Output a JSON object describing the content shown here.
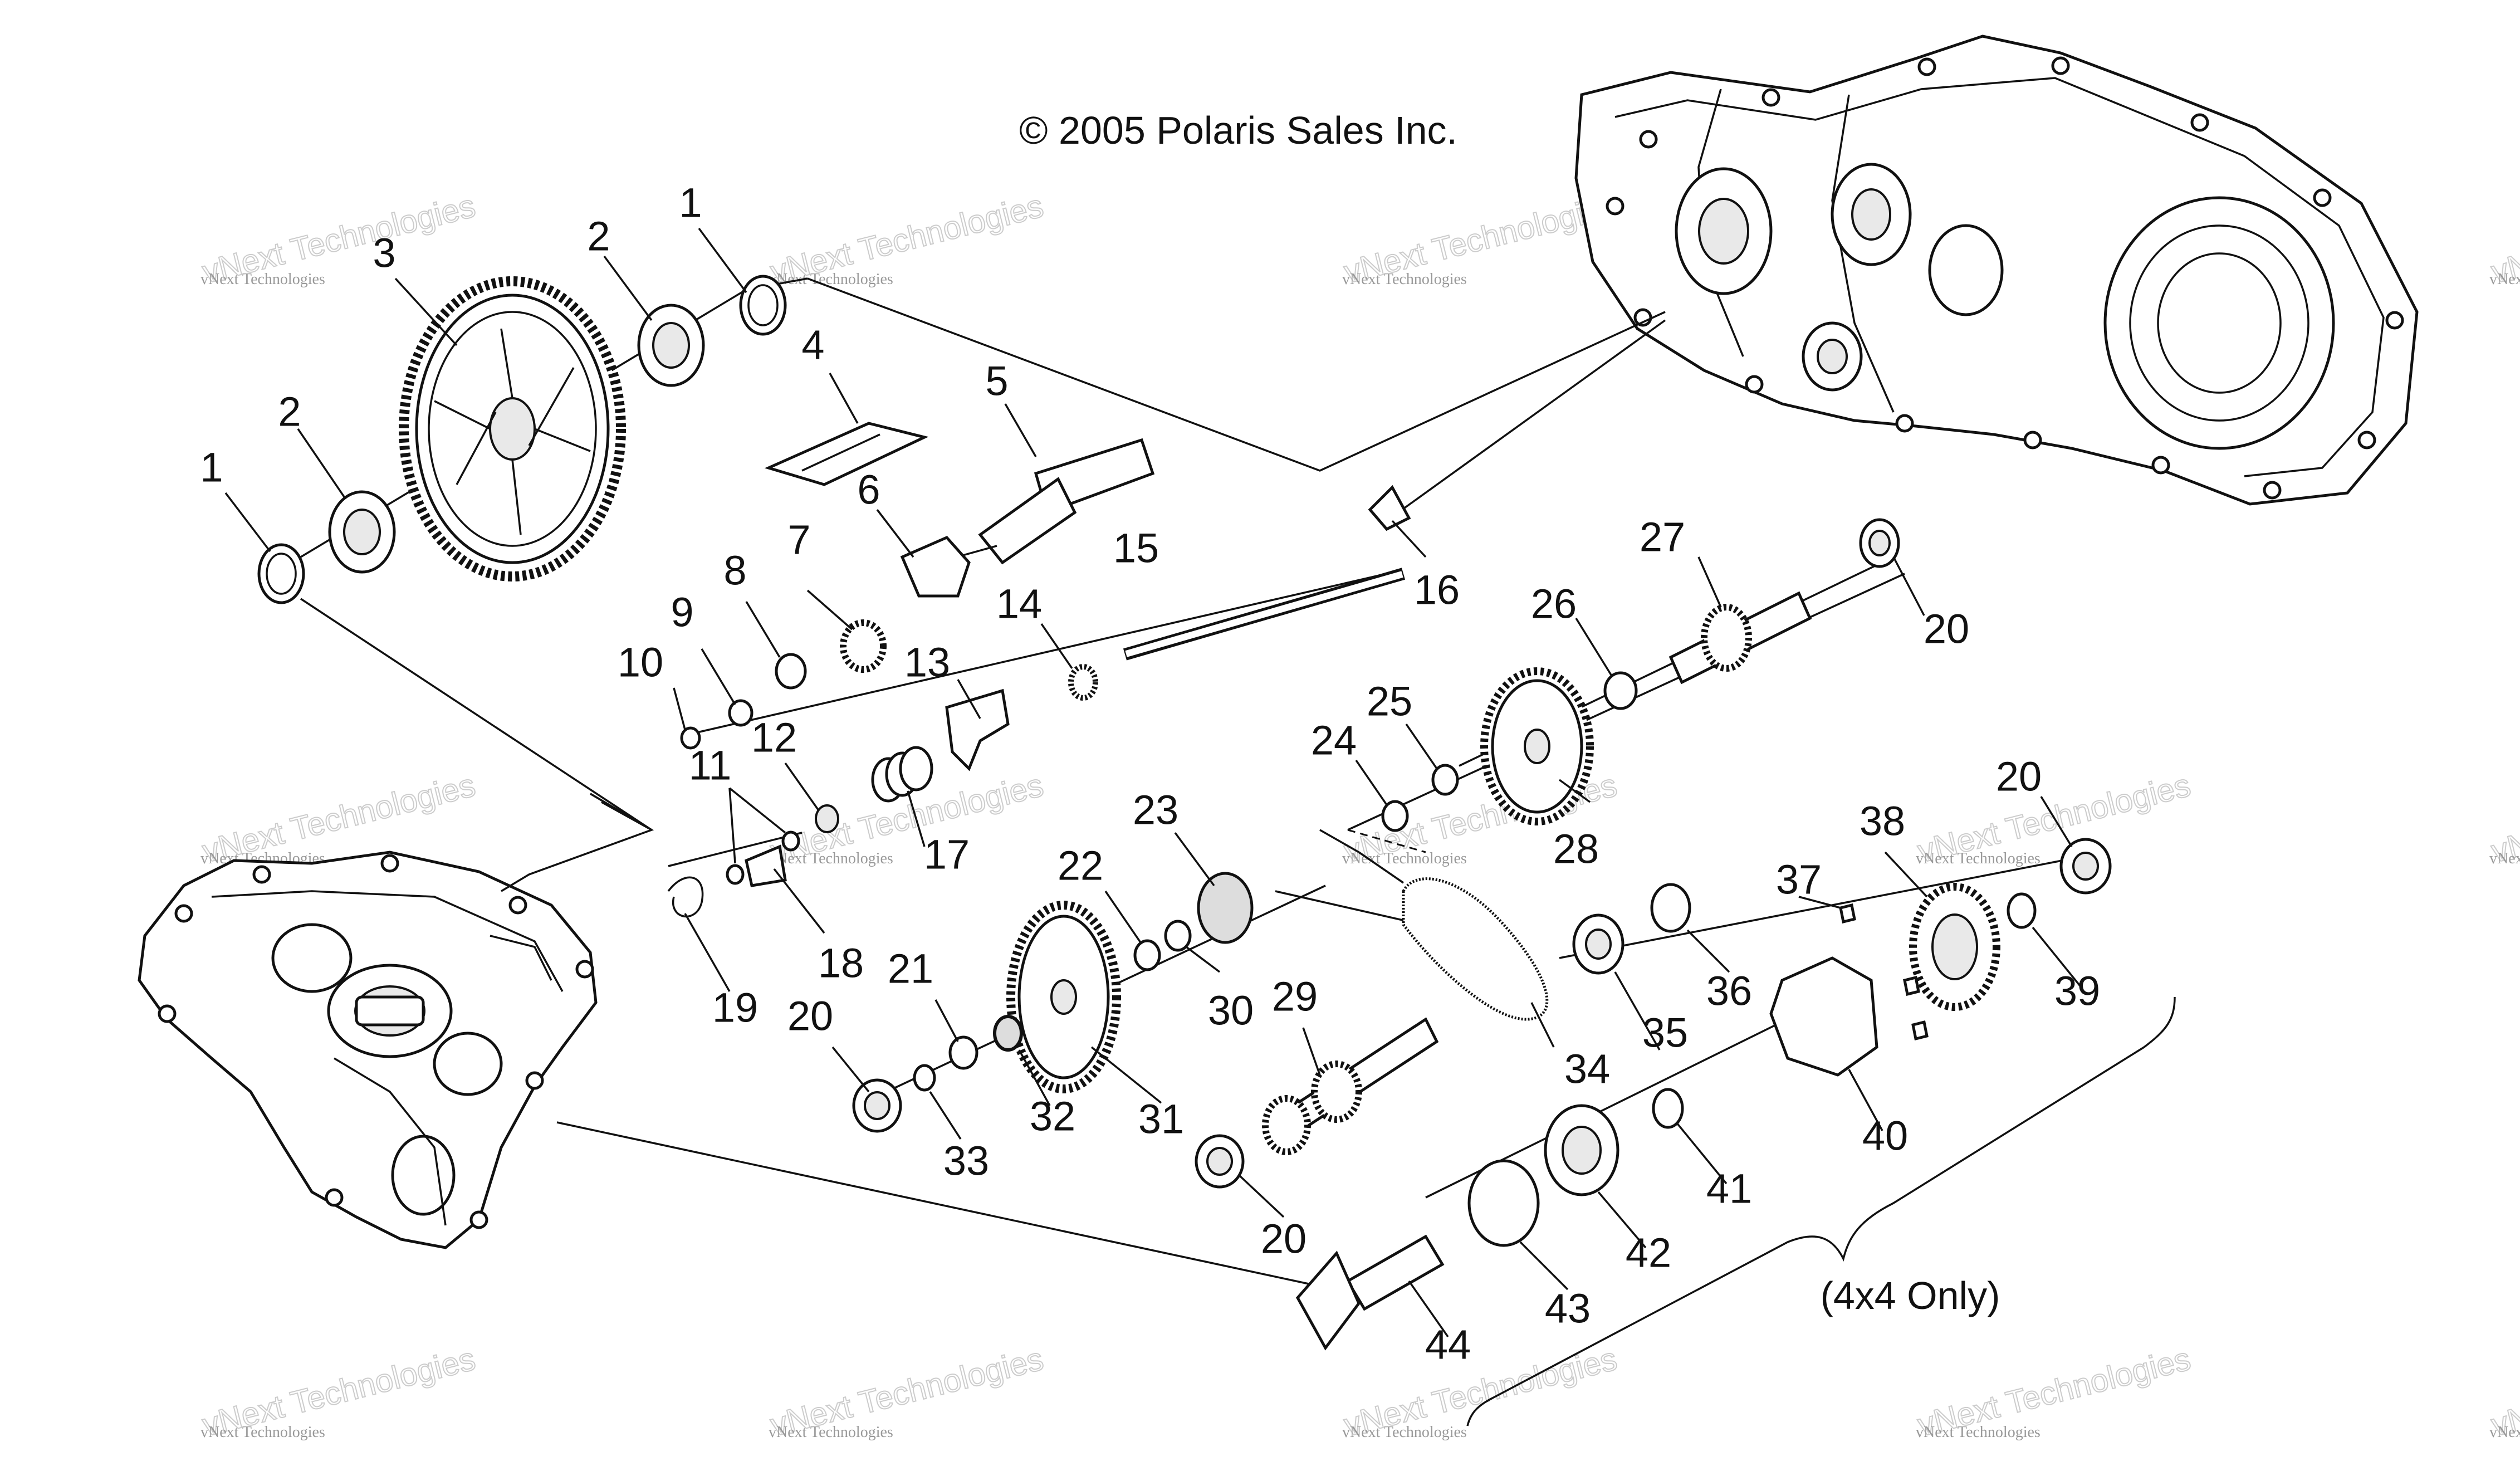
{
  "copyright": "© 2005 Polaris Sales Inc.",
  "note": "(4x4 Only)",
  "watermark": {
    "line1": "vNext Technologies",
    "line2": "vNext Technologies"
  },
  "callouts": [
    {
      "id": "c1a",
      "text": "1"
    },
    {
      "id": "c1b",
      "text": "1"
    },
    {
      "id": "c2a",
      "text": "2"
    },
    {
      "id": "c2b",
      "text": "2"
    },
    {
      "id": "c3",
      "text": "3"
    },
    {
      "id": "c4",
      "text": "4"
    },
    {
      "id": "c5",
      "text": "5"
    },
    {
      "id": "c6",
      "text": "6"
    },
    {
      "id": "c7",
      "text": "7"
    },
    {
      "id": "c8",
      "text": "8"
    },
    {
      "id": "c9",
      "text": "9"
    },
    {
      "id": "c10",
      "text": "10"
    },
    {
      "id": "c11",
      "text": "11"
    },
    {
      "id": "c12",
      "text": "12"
    },
    {
      "id": "c13",
      "text": "13"
    },
    {
      "id": "c14",
      "text": "14"
    },
    {
      "id": "c15",
      "text": "15"
    },
    {
      "id": "c16",
      "text": "16"
    },
    {
      "id": "c17",
      "text": "17"
    },
    {
      "id": "c18",
      "text": "18"
    },
    {
      "id": "c19",
      "text": "19"
    },
    {
      "id": "c20a",
      "text": "20"
    },
    {
      "id": "c20b",
      "text": "20"
    },
    {
      "id": "c20c",
      "text": "20"
    },
    {
      "id": "c20d",
      "text": "20"
    },
    {
      "id": "c21",
      "text": "21"
    },
    {
      "id": "c22",
      "text": "22"
    },
    {
      "id": "c23",
      "text": "23"
    },
    {
      "id": "c24",
      "text": "24"
    },
    {
      "id": "c25",
      "text": "25"
    },
    {
      "id": "c26",
      "text": "26"
    },
    {
      "id": "c27",
      "text": "27"
    },
    {
      "id": "c28",
      "text": "28"
    },
    {
      "id": "c29",
      "text": "29"
    },
    {
      "id": "c30",
      "text": "30"
    },
    {
      "id": "c31",
      "text": "31"
    },
    {
      "id": "c32",
      "text": "32"
    },
    {
      "id": "c33",
      "text": "33"
    },
    {
      "id": "c34",
      "text": "34"
    },
    {
      "id": "c35",
      "text": "35"
    },
    {
      "id": "c36",
      "text": "36"
    },
    {
      "id": "c37",
      "text": "37"
    },
    {
      "id": "c38",
      "text": "38"
    },
    {
      "id": "c39",
      "text": "39"
    },
    {
      "id": "c40",
      "text": "40"
    },
    {
      "id": "c41",
      "text": "41"
    },
    {
      "id": "c42",
      "text": "42"
    },
    {
      "id": "c43",
      "text": "43"
    },
    {
      "id": "c44",
      "text": "44"
    }
  ]
}
